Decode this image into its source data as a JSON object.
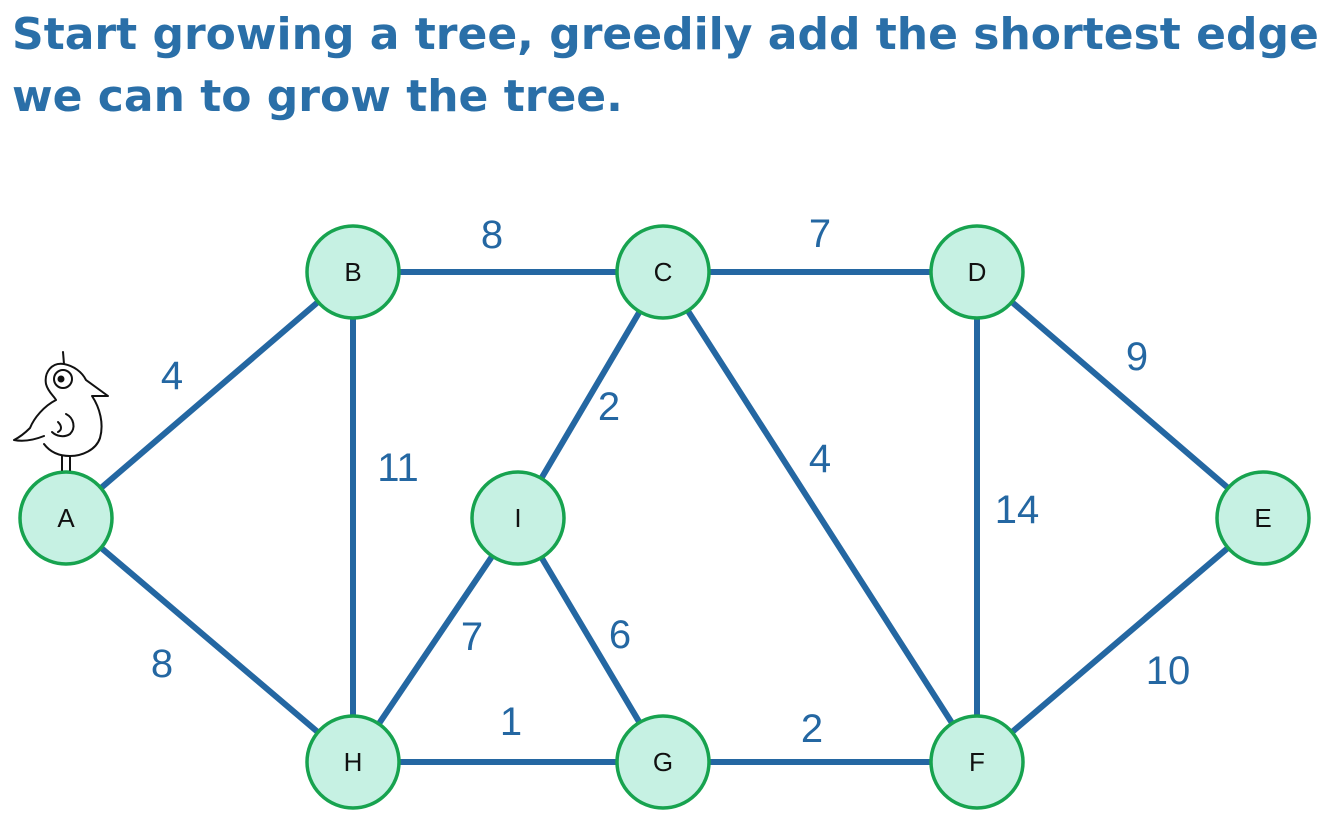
{
  "title": {
    "line1": "Start growing a tree, greedily add the shortest edge",
    "line2": "we can to grow the tree."
  },
  "icons": {
    "start_marker": "bird-icon"
  },
  "colors": {
    "title": "#2a6fa8",
    "edge": "#2467a2",
    "weight_text": "#2467a2",
    "node_fill": "#c6f1e3",
    "node_stroke": "#17a34f"
  },
  "nodes": [
    {
      "id": "A",
      "label": "A"
    },
    {
      "id": "B",
      "label": "B"
    },
    {
      "id": "C",
      "label": "C"
    },
    {
      "id": "D",
      "label": "D"
    },
    {
      "id": "E",
      "label": "E"
    },
    {
      "id": "F",
      "label": "F"
    },
    {
      "id": "G",
      "label": "G"
    },
    {
      "id": "H",
      "label": "H"
    },
    {
      "id": "I",
      "label": "I"
    }
  ],
  "edges": [
    {
      "from": "A",
      "to": "B",
      "weight": "4"
    },
    {
      "from": "A",
      "to": "H",
      "weight": "8"
    },
    {
      "from": "B",
      "to": "C",
      "weight": "8"
    },
    {
      "from": "B",
      "to": "H",
      "weight": "11"
    },
    {
      "from": "C",
      "to": "D",
      "weight": "7"
    },
    {
      "from": "C",
      "to": "I",
      "weight": "2"
    },
    {
      "from": "C",
      "to": "F",
      "weight": "4"
    },
    {
      "from": "D",
      "to": "E",
      "weight": "9"
    },
    {
      "from": "D",
      "to": "F",
      "weight": "14"
    },
    {
      "from": "E",
      "to": "F",
      "weight": "10"
    },
    {
      "from": "I",
      "to": "H",
      "weight": "7"
    },
    {
      "from": "I",
      "to": "G",
      "weight": "6"
    },
    {
      "from": "H",
      "to": "G",
      "weight": "1"
    },
    {
      "from": "G",
      "to": "F",
      "weight": "2"
    }
  ]
}
